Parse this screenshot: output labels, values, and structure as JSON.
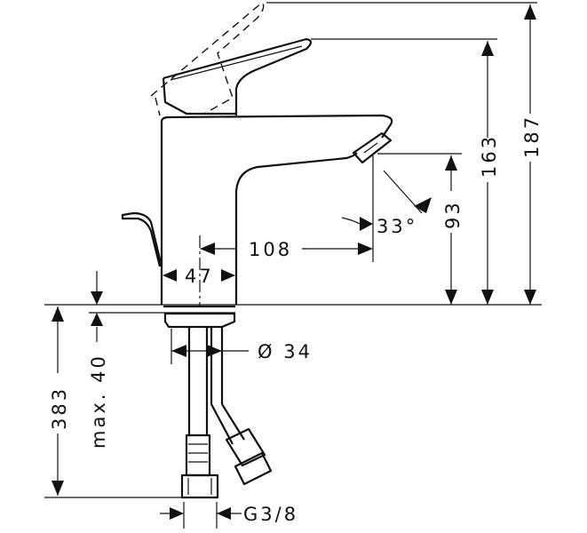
{
  "title": "Basin mixer dimension drawing",
  "dimensions": {
    "total_height": "187",
    "handle_height": "163",
    "spout_height": "93",
    "spray_angle": "33°",
    "spout_reach": "108",
    "body_width": "47",
    "hole_diameter": "Ø 34",
    "below_deck": "383",
    "max_deck_thickness": "max. 40",
    "connection": "G3/8"
  }
}
